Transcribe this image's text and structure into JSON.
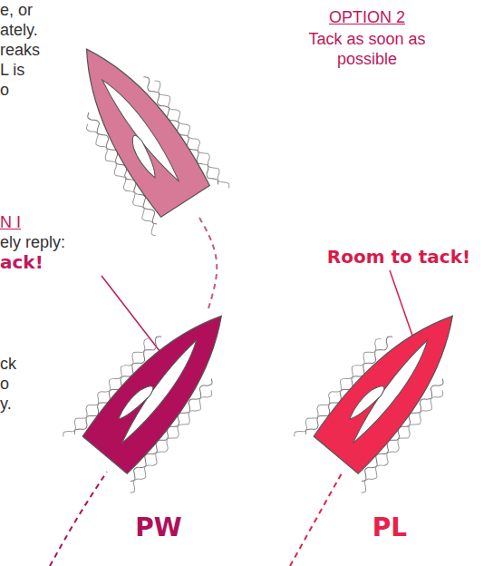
{
  "diagram": {
    "labels": [
      "e, or",
      "ately.",
      "reaks",
      "L is",
      "o",
      "OPTION 2",
      "Tack as soon as possible",
      "N I",
      "ely reply:",
      "ack!",
      "Room to tack!",
      "ck",
      "o",
      "y.",
      "PW",
      "PL"
    ]
  }
}
